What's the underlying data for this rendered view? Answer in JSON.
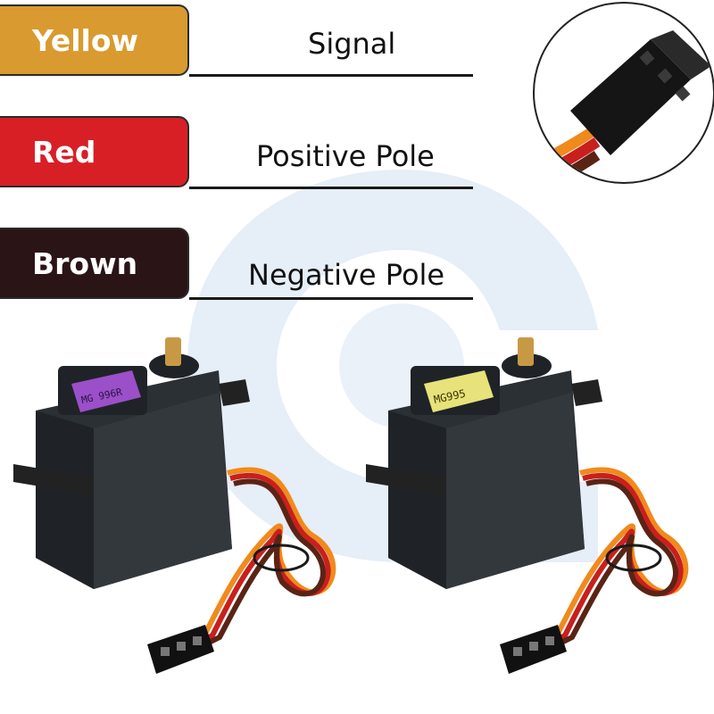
{
  "wire_legend": [
    {
      "color_name": "Yellow",
      "function": "Signal",
      "swatch": "#d99a2f"
    },
    {
      "color_name": "Red",
      "function": "Positive Pole",
      "swatch": "#d81f26"
    },
    {
      "color_name": "Brown",
      "function": "Negative Pole",
      "swatch": "#2a1416"
    }
  ],
  "servos": [
    {
      "model": "MG 996R",
      "label_color": "#9b4fc9"
    },
    {
      "model": "MG995",
      "label_color": "#e7e27a"
    }
  ],
  "colors": {
    "body": "#2b3035",
    "wire_orange": "#f08a1c",
    "wire_red": "#c8201e",
    "wire_brown": "#5a2415",
    "watermark": "#dde7f3"
  }
}
